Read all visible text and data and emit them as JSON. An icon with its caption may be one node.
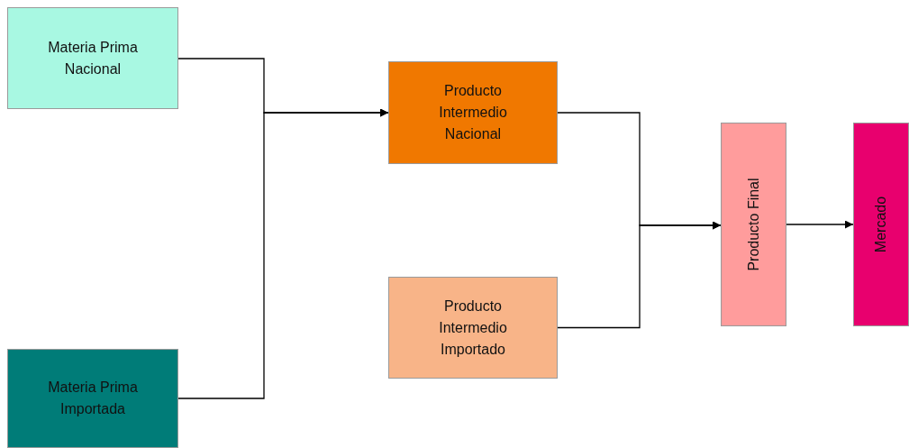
{
  "diagram": {
    "nodes": [
      {
        "text": [
          "Materia Prima Nacional"
        ]
      },
      {
        "text": [
          "Materia Prima Importada"
        ]
      },
      {
        "text": [
          "Producto Intermedio Nacional"
        ]
      },
      {
        "text": [
          "Producto Intermedio Importado"
        ]
      },
      {
        "text": [
          "Producto Final"
        ]
      },
      {
        "text": [
          "Mercado"
        ]
      }
    ],
    "edges": [
      {
        "from": 0,
        "to": 2,
        "arrow": "to"
      },
      {
        "from": 1,
        "to": 2,
        "arrow": "to"
      },
      {
        "from": 2,
        "to": 4,
        "arrow": "to"
      },
      {
        "from": 3,
        "to": 4,
        "arrow": "to"
      },
      {
        "from": 4,
        "to": 5,
        "arrow": "to"
      }
    ]
  }
}
